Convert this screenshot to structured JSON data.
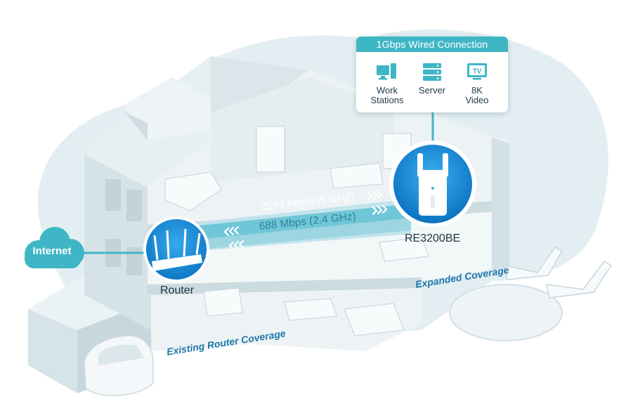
{
  "wired_panel": {
    "title": "1Gbps Wired Connection",
    "items": [
      {
        "label": "Work\nStations",
        "icon": "workstation-icon"
      },
      {
        "label": "Server",
        "icon": "server-icon"
      },
      {
        "label": "8K\nVideo",
        "icon": "tv-icon",
        "icon_text": "TV"
      }
    ]
  },
  "internet_label": "Internet",
  "router_label": "Router",
  "extender_label": "RE3200BE",
  "speeds": {
    "band_5ghz": "2594 Mbps (5 GHz)",
    "band_24ghz": "688 Mbps (2.4 GHz)"
  },
  "coverage": {
    "existing": "Existing Router Coverage",
    "expanded": "Expanded Coverage"
  },
  "colors": {
    "accent": "#3fb6c6",
    "link_band": "#bfe3ec",
    "extender_blue": "#1a8fd6",
    "coverage_text": "#1f78a8",
    "house": "#dde8ec"
  }
}
